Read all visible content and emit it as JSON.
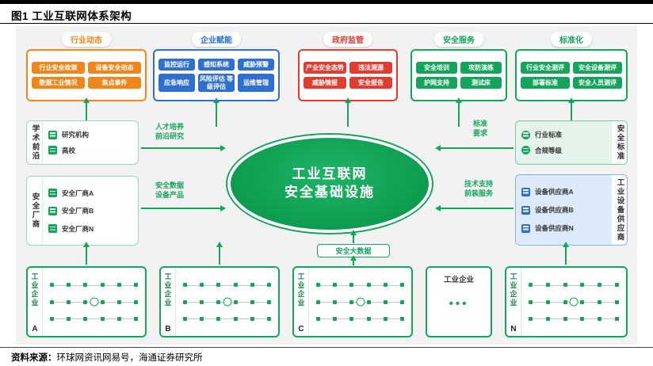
{
  "header": {
    "title": "图1  工业互联网体系架构"
  },
  "top_sections": [
    {
      "title": "行业动态",
      "accent": "#F08519",
      "chips": [
        "行业安全政策",
        "设备安全动态",
        "数据工业情况",
        "焦点事件"
      ]
    },
    {
      "title": "企业赋能",
      "accent": "#2E6FD0",
      "chips": [
        "监控运行",
        "感知系统",
        "威胁预警",
        "应急响应",
        "风险评估 等级评估",
        "运维管理"
      ]
    },
    {
      "title": "政府监管",
      "accent": "#E23B30",
      "chips": [
        "产业安全态势",
        "违法溯源",
        "威胁情报",
        "安全报告"
      ]
    },
    {
      "title": "安全服务",
      "accent": "#15A45B",
      "chips": [
        "安全培训",
        "攻防演练",
        "护网支持",
        "测试床"
      ]
    },
    {
      "title": "标准化",
      "accent": "#15A45B",
      "chips": [
        "行业安全测评",
        "安全设备测评",
        "部署标准",
        "安全人员测评"
      ]
    }
  ],
  "left_panels": {
    "academic": {
      "label": "学术前沿",
      "items": [
        "研究机构",
        "高校"
      ],
      "arrow_text": [
        "人才培养",
        "前沿研究"
      ]
    },
    "vendors": {
      "label": "安全厂商",
      "items": [
        "安全厂商A",
        "安全厂商B",
        "安全厂商N"
      ],
      "arrow_text": [
        "安全数据",
        "设备产品"
      ]
    }
  },
  "right_panels": {
    "standards": {
      "label": "安全标准",
      "items": [
        "行业标准",
        "合规等级"
      ],
      "arrow_text": [
        "标准",
        "要求"
      ]
    },
    "suppliers": {
      "label": "工业设备供应商",
      "items": [
        "设备供应商A",
        "设备供应商B",
        "设备供应商N"
      ],
      "arrow_text": [
        "技术支持",
        "前装服务"
      ]
    }
  },
  "center": {
    "line1": "工业互联网",
    "line2": "安全基础设施"
  },
  "big_data": {
    "label": "安全大数据"
  },
  "enterprise_row": {
    "vertical_label": "工业企业",
    "letters": [
      "A",
      "B",
      "C",
      "N"
    ],
    "more_box": {
      "title": "工业企业",
      "dots": "•••"
    }
  },
  "footer": {
    "source_label": "资料来源：",
    "source_text": "环球网资讯网易号，海通证券研究所"
  },
  "colors": {
    "orange": "#F08519",
    "blue": "#2E6FD0",
    "red": "#E23B30",
    "green": "#15A45B",
    "light_green": "#E4F4EA",
    "light_blue": "#DCEAFB",
    "canvas_gray": "#F2F2F3"
  }
}
